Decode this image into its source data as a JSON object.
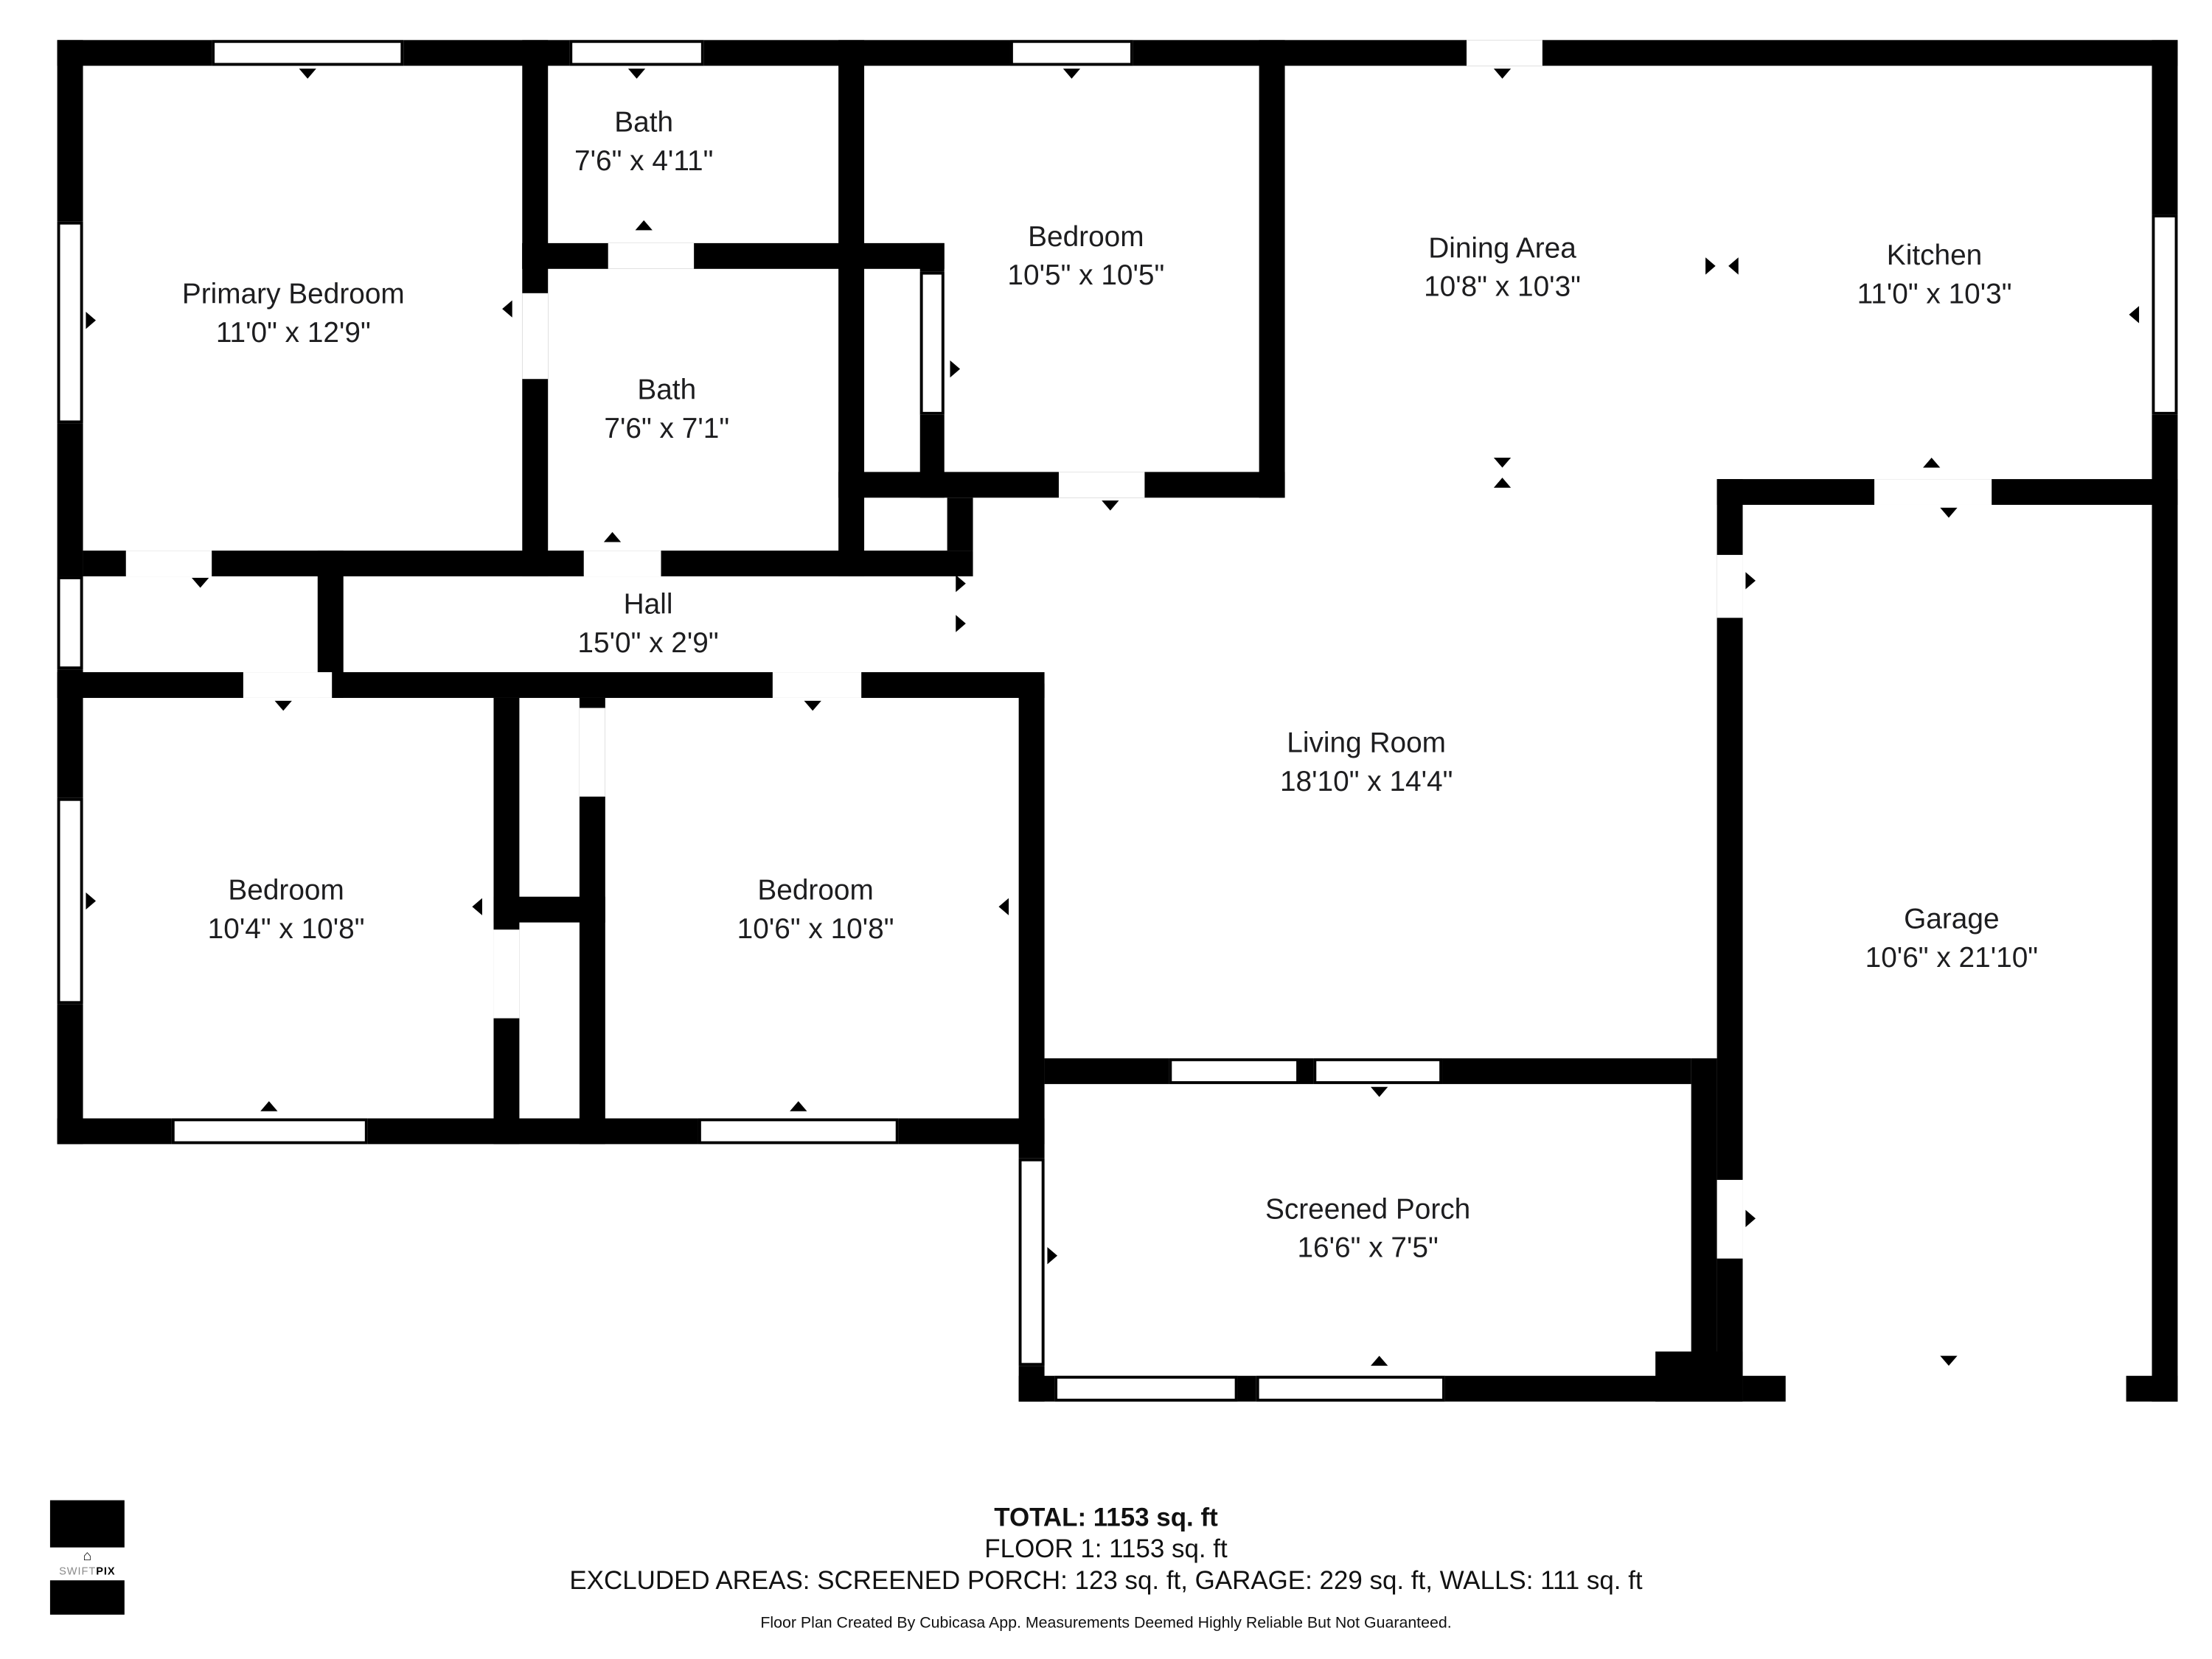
{
  "rooms": [
    {
      "name": "Primary Bedroom",
      "dims": "11'0\" x 12'9\""
    },
    {
      "name": "Bath",
      "dims": "7'6\" x 4'11\""
    },
    {
      "name": "Bath",
      "dims": "7'6\" x 7'1\""
    },
    {
      "name": "Bedroom",
      "dims": "10'5\" x 10'5\""
    },
    {
      "name": "Dining Area",
      "dims": "10'8\" x 10'3\""
    },
    {
      "name": "Kitchen",
      "dims": "11'0\" x 10'3\""
    },
    {
      "name": "Hall",
      "dims": "15'0\" x 2'9\""
    },
    {
      "name": "Living Room",
      "dims": "18'10\" x 14'4\""
    },
    {
      "name": "Bedroom",
      "dims": "10'4\" x 10'8\""
    },
    {
      "name": "Bedroom",
      "dims": "10'6\" x 10'8\""
    },
    {
      "name": "Garage",
      "dims": "10'6\" x 21'10\""
    },
    {
      "name": "Screened Porch",
      "dims": "16'6\" x 7'5\""
    }
  ],
  "summary": {
    "total": "TOTAL: 1153 sq. ft",
    "floor": "FLOOR 1: 1153 sq. ft",
    "excluded": "EXCLUDED AREAS: SCREENED PORCH: 123 sq. ft, GARAGE: 229 sq. ft, WALLS: 111 sq. ft",
    "attribution": "Floor Plan Created By Cubicasa App. Measurements Deemed Highly Reliable But Not Guaranteed."
  },
  "logo": {
    "prefix": "SWIFT",
    "suffix": "PIX"
  },
  "colors": {
    "wall": "#000000",
    "background": "#ffffff",
    "text": "#1d1d1f"
  }
}
